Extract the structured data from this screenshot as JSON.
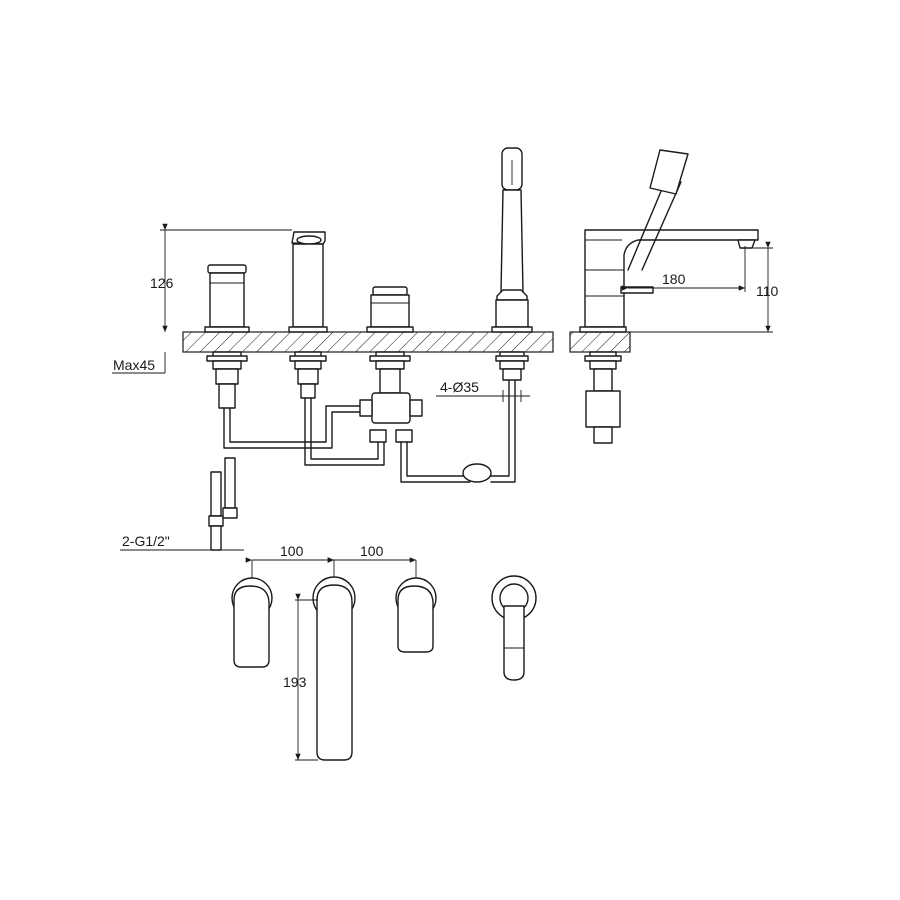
{
  "dimensions": {
    "spout_height": "126",
    "deck_thickness": "Max45",
    "hole_diameter": "4-Ø35",
    "inlet_thread": "2-G1/2\"",
    "spacing_left": "100",
    "spacing_right": "100",
    "handle_length": "193",
    "spout_reach": "180",
    "side_height": "110"
  },
  "colors": {
    "line": "#1a1a1a",
    "background": "#ffffff"
  }
}
